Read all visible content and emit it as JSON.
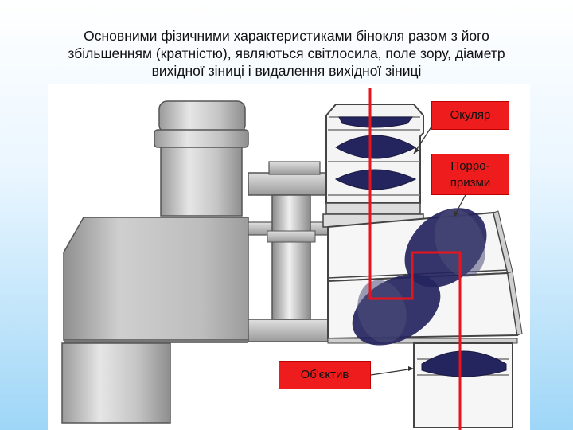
{
  "caption": {
    "line1": "Основними фізичними характеристиками бінокля разом з його",
    "line2": "збільшенням (кратністю), являються світлосила, поле зору, діаметр",
    "line3": "вихідної зіниці і видалення вихідної зіниці"
  },
  "labels": {
    "eyepiece": "Окуляр",
    "prisms_line1": "Порро-",
    "prisms_line2": "призми",
    "objective": "Об'єктив"
  },
  "colors": {
    "body_gray": "#b9b9b9",
    "lens_blue": "#24245e",
    "optical_axis": "#e8141c",
    "label_bg": "#ee1c1c"
  }
}
